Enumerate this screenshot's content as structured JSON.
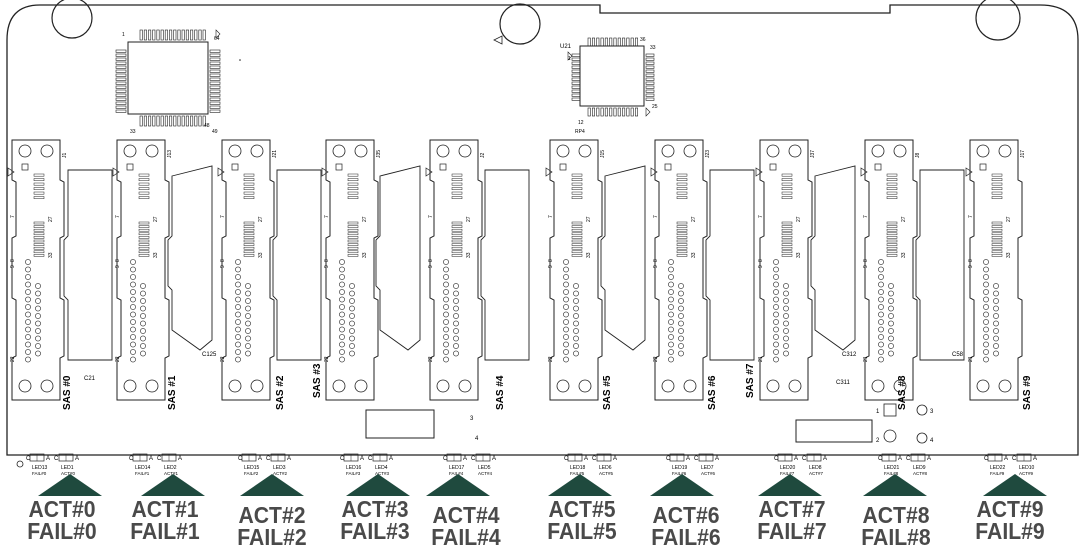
{
  "chips": {
    "u1_pin_top": "64",
    "u1_pin_top_right": "49",
    "u1_pin_bottom": "33",
    "u1_pin_bottom_left": "1",
    "u1_pin_right": "48",
    "u21_label": "U21",
    "u21_pin_36": "36",
    "u21_pin_33": "33",
    "u21_pin_12": "12",
    "u21_pin_25": "25",
    "u21_pin_1": "1",
    "rp4_label": "RP4"
  },
  "slots": [
    {
      "sas": "SAS #0",
      "j": "J1",
      "pins": [
        "27",
        "33",
        "7",
        "8",
        "9",
        "22"
      ],
      "led_fail": "LED13",
      "led_act": "LED1",
      "fail_sub": "FAIL#0",
      "act_sub": "ACT#0",
      "act": "ACT#0",
      "fail": "FAIL#0"
    },
    {
      "sas": "SAS #1",
      "j": "J13",
      "pins": [
        "27",
        "33",
        "7",
        "8",
        "9",
        "22"
      ],
      "led_fail": "LED14",
      "led_act": "LED2",
      "fail_sub": "FAIL#1",
      "act_sub": "ACT#1",
      "act": "ACT#1",
      "fail": "FAIL#1"
    },
    {
      "sas": "SAS #2",
      "j": "J21",
      "pins": [
        "27",
        "33",
        "7",
        "8",
        "9",
        "22"
      ],
      "led_fail": "LED15",
      "led_act": "LED3",
      "fail_sub": "FAIL#2",
      "act_sub": "ACT#2",
      "act": "ACT#2",
      "fail": "FAIL#2"
    },
    {
      "sas": "SAS #3",
      "j": "J35",
      "pins": [
        "27",
        "33",
        "7",
        "8",
        "9",
        "22"
      ],
      "led_fail": "LED16",
      "led_act": "LED4",
      "fail_sub": "FAIL#3",
      "act_sub": "ACT#3",
      "act": "ACT#3",
      "fail": "FAIL#3"
    },
    {
      "sas": "SAS #4",
      "j": "J2",
      "pins": [
        "27",
        "33",
        "7",
        "8",
        "9",
        "22"
      ],
      "led_fail": "LED17",
      "led_act": "LED5",
      "fail_sub": "FAIL#4",
      "act_sub": "ACT#4",
      "act": "ACT#4",
      "fail": "FAIL#4"
    },
    {
      "sas": "SAS #5",
      "j": "J15",
      "pins": [
        "27",
        "33",
        "7",
        "8",
        "9",
        "22"
      ],
      "led_fail": "LED18",
      "led_act": "LED6",
      "fail_sub": "FAIL#5",
      "act_sub": "ACT#5",
      "act": "ACT#5",
      "fail": "FAIL#5"
    },
    {
      "sas": "SAS #6",
      "j": "J23",
      "pins": [
        "27",
        "33",
        "7",
        "8",
        "9",
        "22"
      ],
      "led_fail": "LED19",
      "led_act": "LED7",
      "fail_sub": "FAIL#6",
      "act_sub": "ACT#6",
      "act": "ACT#6",
      "fail": "FAIL#6"
    },
    {
      "sas": "SAS #7",
      "j": "J37",
      "pins": [
        "27",
        "33",
        "7",
        "8",
        "9",
        "21"
      ],
      "led_fail": "LED20",
      "led_act": "LED8",
      "fail_sub": "FAIL#7",
      "act_sub": "ACT#7",
      "act": "ACT#7",
      "fail": "FAIL#7"
    },
    {
      "sas": "SAS #8",
      "j": "J8",
      "pins": [
        "27",
        "33",
        "7",
        "8",
        "9",
        "21"
      ],
      "led_fail": "LED21",
      "led_act": "LED9",
      "fail_sub": "FAIL#8",
      "act_sub": "ACT#8",
      "act": "ACT#8",
      "fail": "FAIL#8"
    },
    {
      "sas": "SAS #9",
      "j": "J17",
      "pins": [
        "27",
        "33",
        "7",
        "8",
        "9",
        "21"
      ],
      "led_fail": "LED22",
      "led_act": "LED10",
      "fail_sub": "FAIL#9",
      "act_sub": "ACT#9",
      "act": "ACT#9",
      "fail": "FAIL#9"
    }
  ],
  "caps": [
    "C125",
    "C312",
    "C311",
    "C58",
    "C21"
  ],
  "pin_letters": {
    "c": "C",
    "a": "A"
  },
  "misc_numbers": [
    "1",
    "2",
    "3",
    "4",
    "3",
    "4"
  ]
}
